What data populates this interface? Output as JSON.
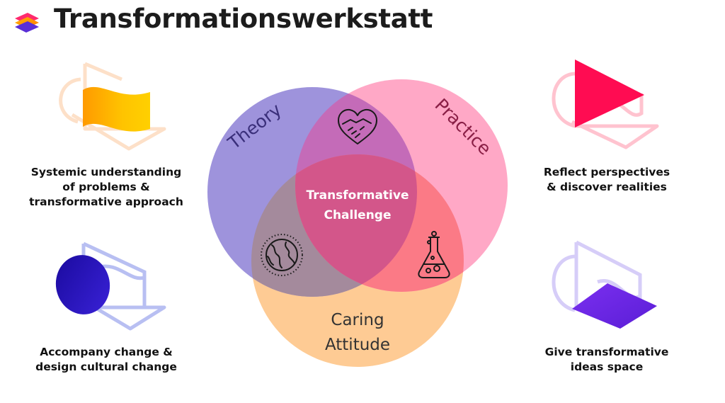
{
  "title": "Transformationswerkstatt",
  "colors": {
    "theory": "#8c82d8",
    "practice": "#ff8ab2",
    "caring": "#fecb94",
    "center": "#d64d8a"
  },
  "venn": {
    "theory": "Theory",
    "practice": "Practice",
    "caring_line1": "Caring",
    "caring_line2": "Attitude",
    "center_line1": "Transformative",
    "center_line2": "Challenge",
    "icons": [
      "handshake-heart-icon",
      "globe-icon",
      "flask-icon"
    ]
  },
  "captions": {
    "top_left": [
      "Systemic understanding",
      "of problems &",
      "transformative approach"
    ],
    "bottom_left": [
      "Accompany change &",
      "design cultural change"
    ],
    "top_right": [
      "Reflect perspectives",
      "& discover realities"
    ],
    "bottom_right": [
      "Give transformative",
      "ideas space"
    ]
  }
}
